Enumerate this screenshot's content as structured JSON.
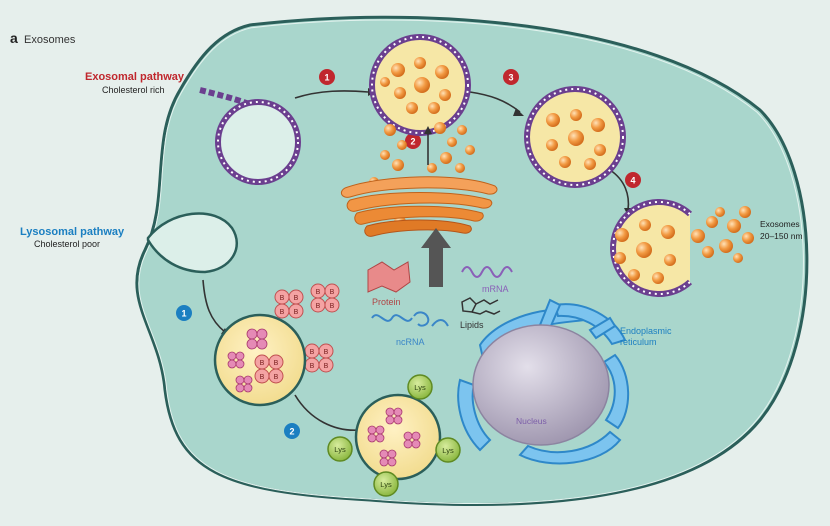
{
  "figure": {
    "panel_letter": "a",
    "panel_title": "Exosomes"
  },
  "labels": {
    "exosomal_pathway": "Exosomal pathway",
    "cholesterol_rich": "Cholesterol rich",
    "lysosomal_pathway": "Lysosomal pathway",
    "cholesterol_poor": "Cholesterol poor",
    "exosomes": "Exosomes",
    "exosome_size": "20–150 nm",
    "protein": "Protein",
    "mrna": "mRNA",
    "lipids": "Lipids",
    "ncrna": "ncRNA",
    "er_line1": "Endoplasmic",
    "er_line2": "reticulum",
    "nucleus": "Nucleus",
    "lys": "Lys",
    "b": "B"
  },
  "steps_red": [
    "1",
    "2",
    "3",
    "4"
  ],
  "steps_blue": [
    "1",
    "2"
  ],
  "colors": {
    "background": "#e6efec",
    "cell_fill": "#a9d6cc",
    "cell_stroke": "#2b5f5a",
    "membrane_purple": "#6b3f8f",
    "vesicle_fill": "#f6e7a6",
    "orange_ball": "#f0923a",
    "exosomal_red": "#c0272d",
    "lysosomal_blue": "#1b7fc1",
    "lys_green": "#9bc84a",
    "er_blue": "#3a9ad9",
    "nucleus": "#b9b2c6"
  }
}
